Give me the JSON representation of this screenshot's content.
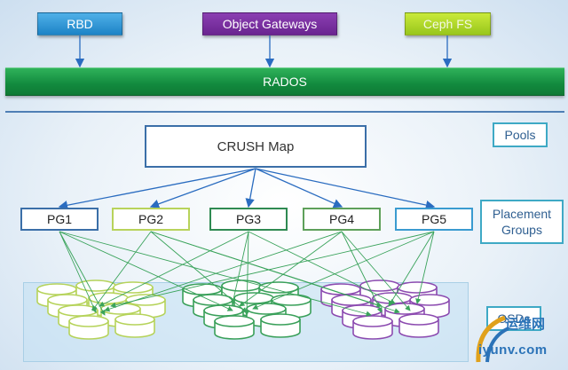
{
  "top": {
    "rbd": "RBD",
    "object_gateways": "Object Gateways",
    "ceph_fs": "Ceph FS"
  },
  "rados": "RADOS",
  "crush_map": "CRUSH Map",
  "side_labels": {
    "pools": "Pools",
    "placement_groups_line1": "Placement",
    "placement_groups_line2": "Groups",
    "osds": "OSDs"
  },
  "placement_groups": [
    "PG1",
    "PG2",
    "PG3",
    "PG4",
    "PG5"
  ],
  "osd_group_colors": [
    "#b6d35a",
    "#3aa05a",
    "#8c4bb0"
  ],
  "colors": {
    "rbd": "#2a91d2",
    "object_gateways": "#7a2fa0",
    "ceph_fs": "#a9d42a",
    "rados": "#1a9846",
    "line_blue": "#2a6cc0",
    "line_green": "#3aa35b"
  },
  "watermark": {
    "line1": "运维网",
    "line2": "iyunv.com"
  }
}
